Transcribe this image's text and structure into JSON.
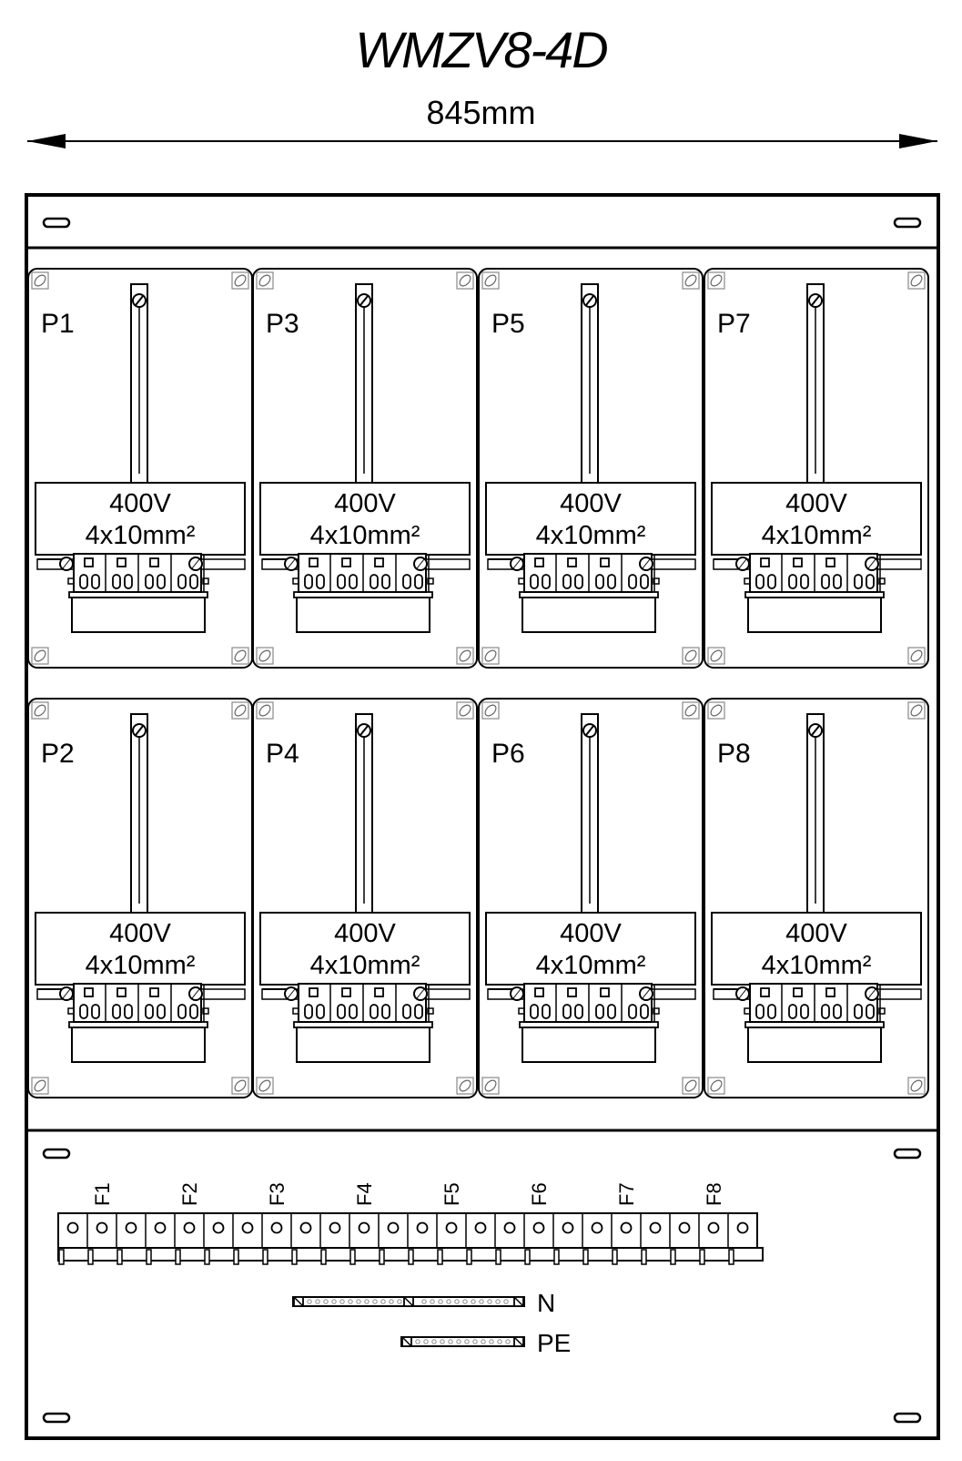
{
  "title": "WMZV8-4D",
  "width_label": "845mm",
  "fields": [
    {
      "id": "P1",
      "voltage": "400V",
      "cable": "4x10mm²"
    },
    {
      "id": "P3",
      "voltage": "400V",
      "cable": "4x10mm²"
    },
    {
      "id": "P5",
      "voltage": "400V",
      "cable": "4x10mm²"
    },
    {
      "id": "P7",
      "voltage": "400V",
      "cable": "4x10mm²"
    },
    {
      "id": "P2",
      "voltage": "400V",
      "cable": "4x10mm²"
    },
    {
      "id": "P4",
      "voltage": "400V",
      "cable": "4x10mm²"
    },
    {
      "id": "P6",
      "voltage": "400V",
      "cable": "4x10mm²"
    },
    {
      "id": "P8",
      "voltage": "400V",
      "cable": "4x10mm²"
    }
  ],
  "fuse_labels": [
    "F1",
    "F2",
    "F3",
    "F4",
    "F5",
    "F6",
    "F7",
    "F8"
  ],
  "bus_labels": {
    "neutral": "N",
    "earth": "PE"
  }
}
